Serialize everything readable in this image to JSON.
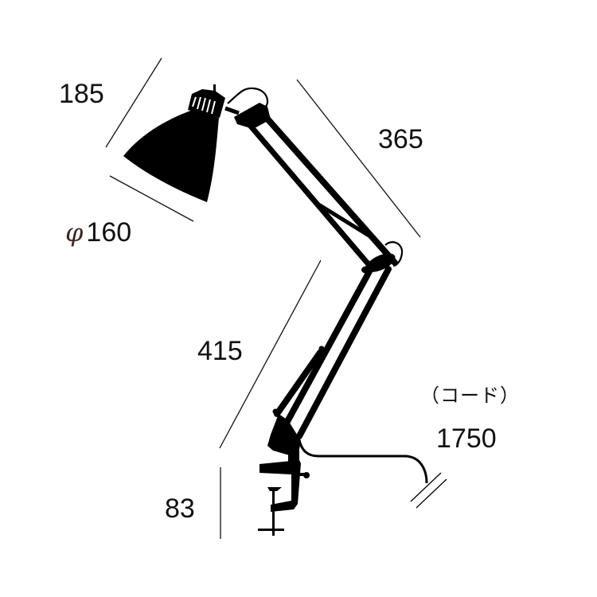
{
  "diagram": {
    "subject": "Desk lamp (clamp-mounted architect lamp) dimension drawing",
    "units_implied": "mm",
    "colors": {
      "lamp": "#000000",
      "dimension_line": "#111111",
      "text": "#111111",
      "phi_symbol": "#3a2a22",
      "background": "#ffffff"
    },
    "dimensions": {
      "shade_depth": {
        "value": "185"
      },
      "shade_diameter": {
        "symbol": "φ",
        "value": "160"
      },
      "upper_arm": {
        "value": "365"
      },
      "lower_arm": {
        "value": "415"
      },
      "clamp_height": {
        "value": "83"
      },
      "cord": {
        "label": "（コード）",
        "value": "1750"
      }
    }
  }
}
